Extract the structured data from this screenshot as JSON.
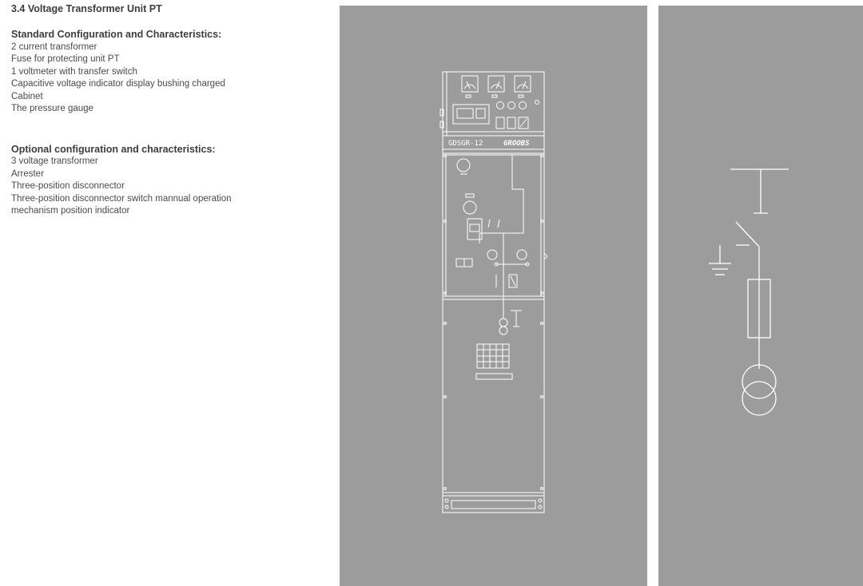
{
  "title": "3.4 Voltage Transformer Unit PT",
  "standard": {
    "heading": "Standard Configuration and Characteristics:",
    "items": [
      "2 current transformer",
      "Fuse for protecting unit PT",
      "1 voltmeter with transfer switch",
      "Capacitive voltage indicator display bushing charged",
      "Cabinet",
      "The pressure gauge"
    ]
  },
  "optional": {
    "heading": "Optional configuration and characteristics:",
    "items": [
      "3 voltage transformer",
      "Arrester",
      "Three-position disconnector",
      "Three-position disconnector switch mannual operation mechanism position indicator"
    ]
  },
  "cabinet": {
    "model_label": "GDSGR-12",
    "brand_label": "GROOBS"
  },
  "colors": {
    "panel_bg": "#9c9c9c",
    "line": "#ffffff",
    "text": "#4a4a4a"
  }
}
